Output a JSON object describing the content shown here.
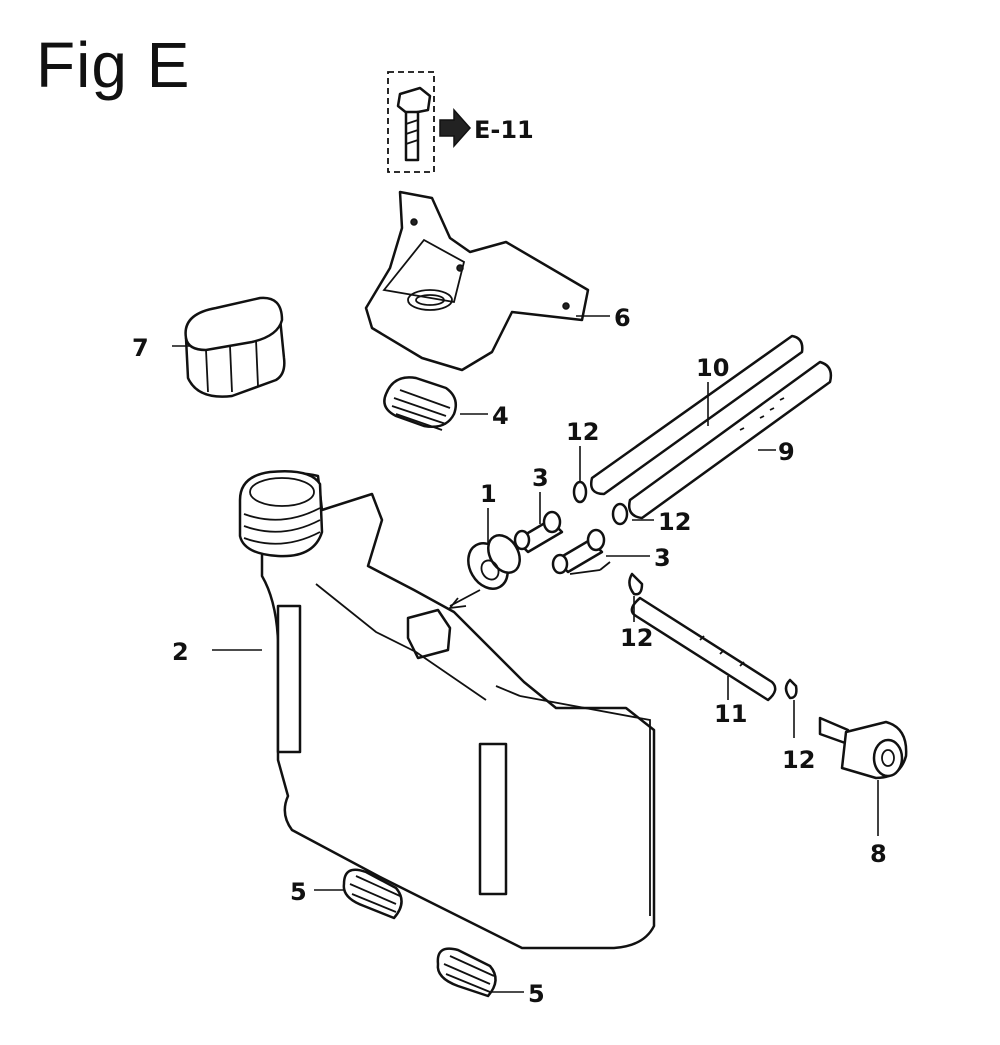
{
  "figure": {
    "title": "Fig E",
    "reference": "E-11"
  },
  "callouts": [
    {
      "id": "c1",
      "label": "1"
    },
    {
      "id": "c2",
      "label": "2"
    },
    {
      "id": "c3a",
      "label": "3"
    },
    {
      "id": "c3b",
      "label": "3"
    },
    {
      "id": "c4",
      "label": "4"
    },
    {
      "id": "c5a",
      "label": "5"
    },
    {
      "id": "c5b",
      "label": "5"
    },
    {
      "id": "c6",
      "label": "6"
    },
    {
      "id": "c7",
      "label": "7"
    },
    {
      "id": "c8",
      "label": "8"
    },
    {
      "id": "c9",
      "label": "9"
    },
    {
      "id": "c10",
      "label": "10"
    },
    {
      "id": "c11",
      "label": "11"
    },
    {
      "id": "c12a",
      "label": "12"
    },
    {
      "id": "c12b",
      "label": "12"
    },
    {
      "id": "c12c",
      "label": "12"
    },
    {
      "id": "c12d",
      "label": "12"
    }
  ]
}
